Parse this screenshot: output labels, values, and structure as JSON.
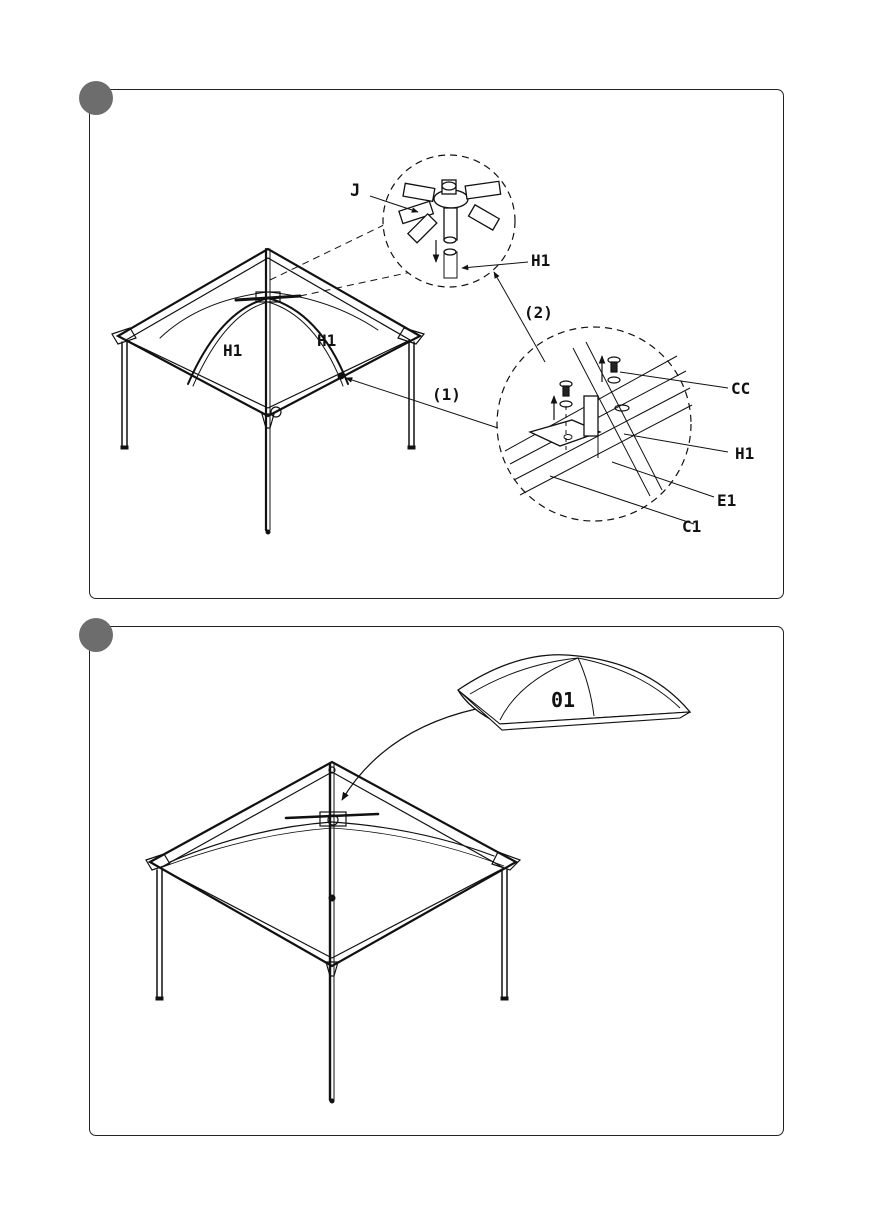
{
  "steps": [
    {
      "number": "",
      "labels": {
        "j": "J",
        "h1_detail_top": "H1",
        "h1_frame_left": "H1",
        "h1_frame_right": "H1",
        "callout_1": "(1)",
        "callout_2": "(2)",
        "cc": "CC",
        "h1_detail_bottom": "H1",
        "e1": "E1",
        "c1": "C1"
      }
    },
    {
      "number": "",
      "labels": {
        "canopy": "01"
      }
    }
  ],
  "colors": {
    "step_dot": "#6d6d6d",
    "line": "#111111",
    "frame": "#222222"
  }
}
